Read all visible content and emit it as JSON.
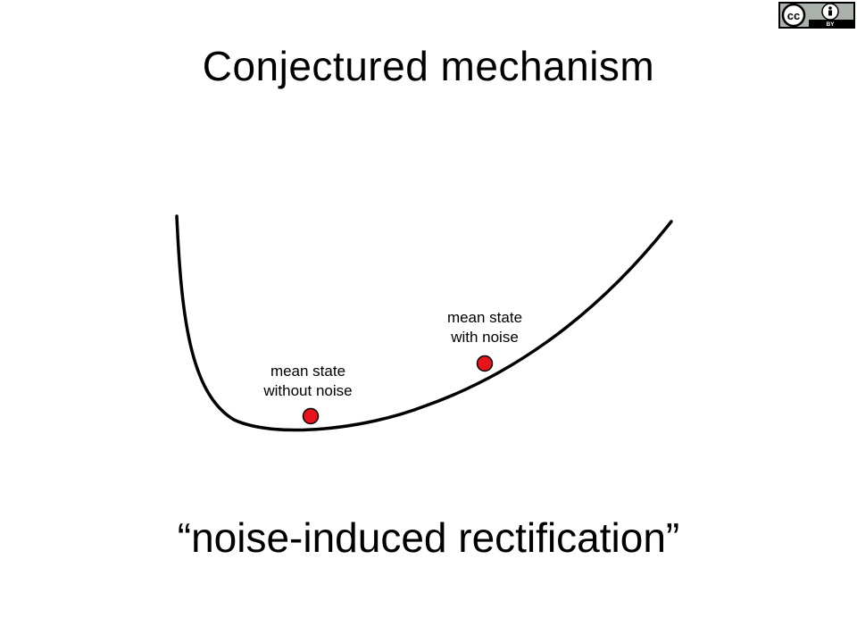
{
  "slide": {
    "title": "Conjectured mechanism",
    "caption": "“noise-induced rectification”"
  },
  "diagram": {
    "curve_color": "#000000",
    "point_color": "#e8131b",
    "points": [
      {
        "line1": "mean state",
        "line2": "without noise"
      },
      {
        "line1": "mean state",
        "line2": "with noise"
      }
    ]
  },
  "license_badge": {
    "icon": "cc-by-icon",
    "cc_text": "cc",
    "by_text": "BY"
  }
}
